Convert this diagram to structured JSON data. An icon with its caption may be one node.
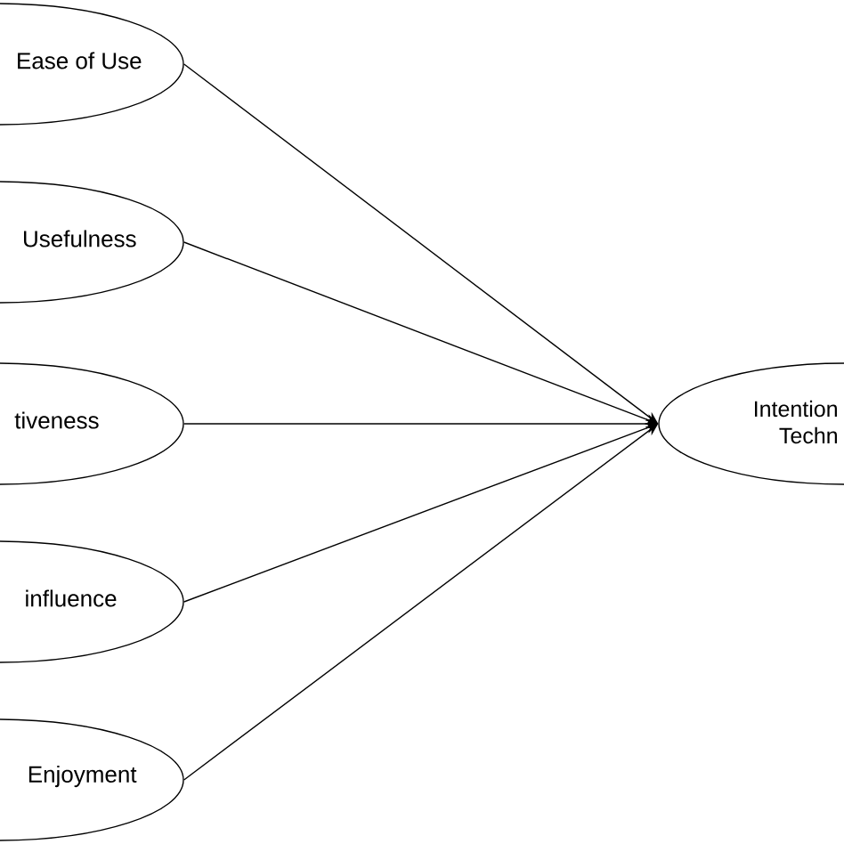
{
  "diagram": {
    "nodes": [
      {
        "text": [
          "Ease of Use"
        ]
      },
      {
        "text": [
          "Usefulness"
        ]
      },
      {
        "text": [
          "tiveness"
        ]
      },
      {
        "text": [
          "influence"
        ]
      },
      {
        "text": [
          "Enjoyment"
        ]
      },
      {
        "text": [
          "Intention Techn"
        ]
      }
    ],
    "edges": [
      {
        "from": 0,
        "to": 5,
        "arrow": "to"
      },
      {
        "from": 1,
        "to": 5,
        "arrow": "to"
      },
      {
        "from": 2,
        "to": 5,
        "arrow": "to"
      },
      {
        "from": 3,
        "to": 5,
        "arrow": "to"
      },
      {
        "from": 4,
        "to": 5,
        "arrow": "to"
      }
    ]
  }
}
